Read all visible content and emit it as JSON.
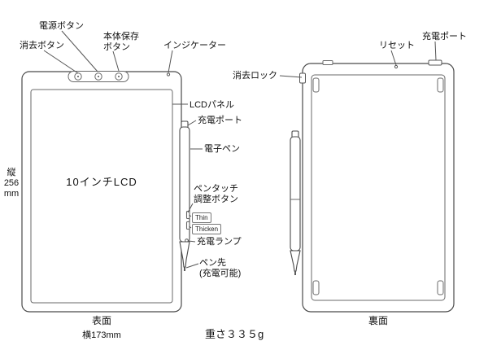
{
  "front": {
    "screen_label": "10インチLCD",
    "caption": "表面",
    "width_label": "横173mm",
    "height": {
      "l1": "縦",
      "l2": "256",
      "l3": "mm"
    },
    "labels": {
      "power_button": "電源ボタン",
      "erase_button": "消去ボタン",
      "save_button_l1": "本体保存",
      "save_button_l2": "ボタン",
      "indicator": "インジケーター",
      "lcd_panel": "LCDパネル",
      "charge_port": "充電ポート",
      "stylus": "電子ペン",
      "pen_adjust_l1": "ペンタッチ",
      "pen_adjust_l2": "調整ボタン",
      "thin": "Thin",
      "thicken": "Thicken",
      "charge_lamp": "充電ランプ",
      "pen_tip_l1": "ペン先",
      "pen_tip_l2": "(充電可能)"
    }
  },
  "back": {
    "caption": "裏面",
    "labels": {
      "erase_lock": "消去ロック",
      "reset": "リセット",
      "charge_port": "充電ポート"
    }
  },
  "weight_label": "重さ３３５g",
  "colors": {
    "outline": "#4a4a4a",
    "detail": "#666666",
    "leader": "#555555",
    "background": "#ffffff"
  }
}
